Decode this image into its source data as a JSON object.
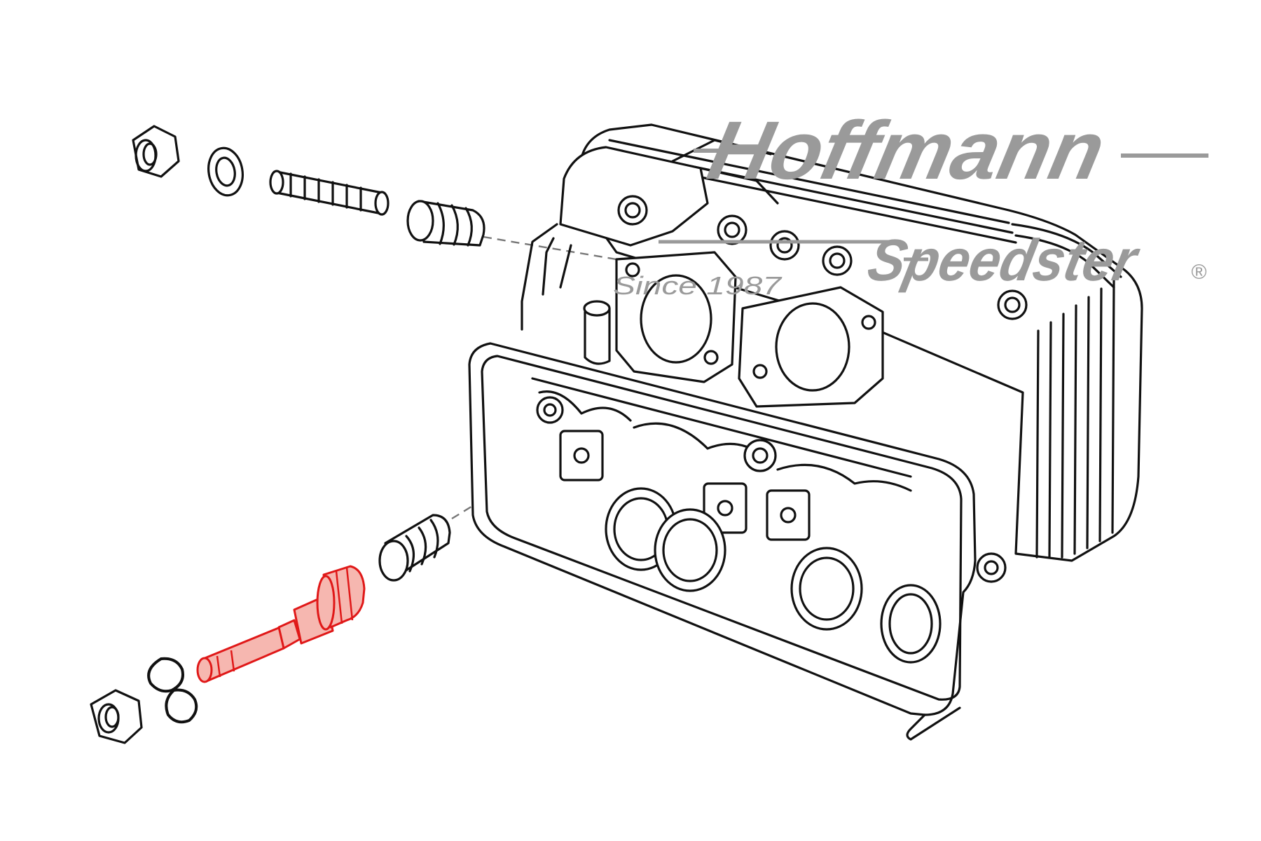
{
  "logo": {
    "brand": "Hoffmann",
    "tagline": "Speedster",
    "since": "Since 1987",
    "registered": "®",
    "color": "#9a9a9a"
  },
  "colors": {
    "outline": "#111111",
    "highlight_stroke": "#e01818",
    "highlight_fill": "#f6b7b0",
    "leader_line": "#777777"
  },
  "parts": {
    "top_row": [
      "hex-nut-icon",
      "flat-washer-icon",
      "threaded-stud-icon",
      "stud-sleeve-icon"
    ],
    "bottom_row": [
      "hex-nut-icon",
      "spring-washer-icon",
      "stepped-stud-icon",
      "stud-sleeve-icon"
    ],
    "highlighted": "stepped-stud-icon",
    "main_assembly": "cylinder-head-icon"
  }
}
